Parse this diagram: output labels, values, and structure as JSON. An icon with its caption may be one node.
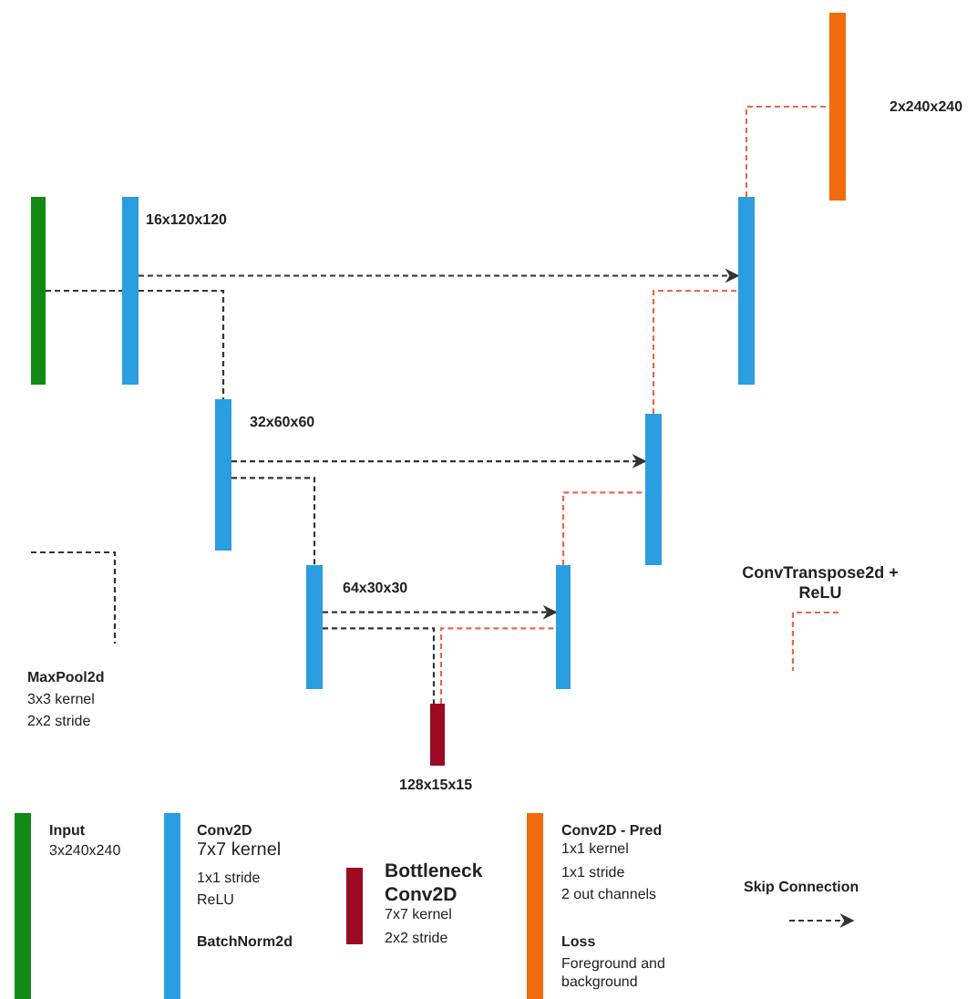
{
  "diagram": {
    "nodes": [
      {
        "text": [],
        "shape": "bar"
      },
      {
        "text": [],
        "shape": "bar",
        "beside": [
          "16x120x120"
        ]
      },
      {
        "text": [],
        "shape": "bar",
        "beside": [
          "32x60x60"
        ]
      },
      {
        "text": [],
        "shape": "bar",
        "beside": [
          "64x30x30"
        ]
      },
      {
        "text": [],
        "shape": "bar",
        "beside": [
          "128x15x15"
        ]
      },
      {
        "text": [],
        "shape": "bar"
      },
      {
        "text": [],
        "shape": "bar"
      },
      {
        "text": [],
        "shape": "bar"
      },
      {
        "text": [],
        "shape": "bar",
        "beside": [
          "2x240x240"
        ]
      }
    ],
    "edges": [
      {
        "from": 0,
        "to": 1,
        "arrow": "none",
        "style": "dashed"
      },
      {
        "from": 1,
        "to": 2,
        "arrow": "none",
        "style": "dashed"
      },
      {
        "from": 2,
        "to": 3,
        "arrow": "none",
        "style": "dashed"
      },
      {
        "from": 3,
        "to": 4,
        "arrow": "none",
        "style": "dashed"
      },
      {
        "from": 4,
        "to": 5,
        "arrow": "none",
        "style": "dashed",
        "color": "#e66a4a"
      },
      {
        "from": 5,
        "to": 6,
        "arrow": "none",
        "style": "dashed",
        "color": "#e66a4a"
      },
      {
        "from": 6,
        "to": 7,
        "arrow": "none",
        "style": "dashed",
        "color": "#e66a4a"
      },
      {
        "from": 7,
        "to": 8,
        "arrow": "none",
        "style": "dashed",
        "color": "#e66a4a"
      },
      {
        "from": 1,
        "to": 7,
        "arrow": "to",
        "style": "dashed"
      },
      {
        "from": 2,
        "to": 6,
        "arrow": "to",
        "style": "dashed"
      },
      {
        "from": 3,
        "to": 5,
        "arrow": "to",
        "style": "dashed"
      }
    ],
    "labels": [
      "3x3 kernel",
      "2x2 stride",
      "3x240x240",
      "7x7 kernel",
      "1x1 stride",
      "ReLU",
      "BatchNorm2d",
      "7x7 kernel",
      "2x2 stride",
      "1x1 kernel",
      "1x1 stride",
      "2 out channels",
      "Loss",
      "Foreground and background"
    ],
    "legend": [
      {
        "text": "ConvTranspose2d + ReLU"
      },
      {
        "text": "MaxPool2d"
      },
      {
        "text": "Input",
        "color": "#138a13"
      },
      {
        "text": "Conv2D",
        "color": "#2a9ee0"
      },
      {
        "text": "Bottleneck Conv2D",
        "color": "#9b0a22"
      },
      {
        "text": "Conv2D - Pred",
        "color": "#f26b0c"
      },
      {
        "text": "Skip Connection"
      }
    ]
  }
}
